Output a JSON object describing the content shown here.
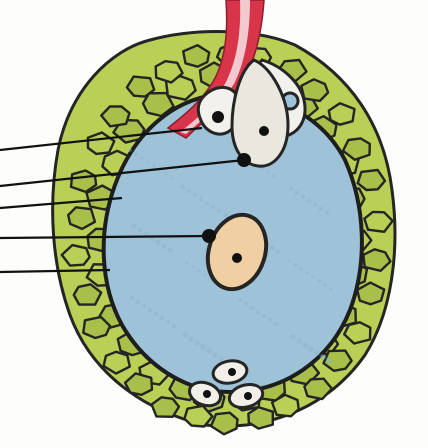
{
  "diagram": {
    "colors": {
      "background": "#fdfdfb",
      "nucellus_fill": "#b9cf55",
      "nucellus_cell": "#a8c04a",
      "cell_wall": "#252525",
      "embryo_sac": "#9ec3d8",
      "embryo_sac_wall": "#1e1e1e",
      "synergid_fill": "#f3f1ec",
      "egg_fill": "#eae7df",
      "central_nucleus_fill": "#f0cfa2",
      "antipodal_fill": "#f1efe8",
      "nucleus_dark": "#101010",
      "pollen_tube": "#d8344a",
      "pollen_tube_light": "#f3c9d0",
      "label_line": "#111111"
    },
    "parts": [
      "nucellus",
      "embryo-sac",
      "pollen-tube",
      "synergid",
      "synergid",
      "egg-cell",
      "central-cell-nucleus",
      "antipodal-cells"
    ],
    "pointer_count": 5
  }
}
